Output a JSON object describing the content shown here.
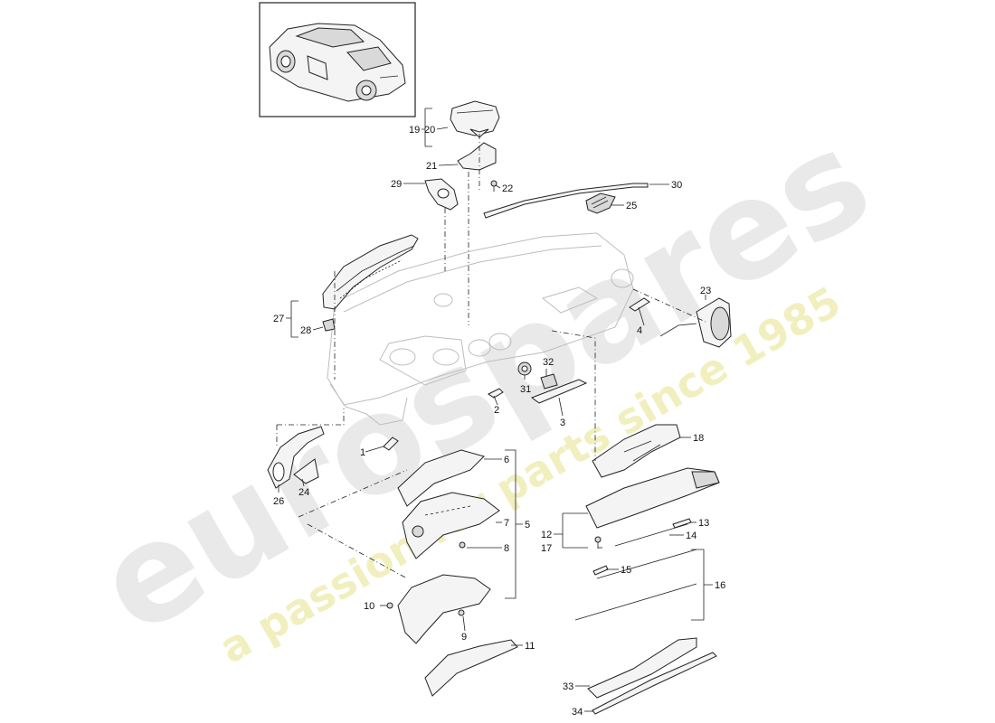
{
  "watermark": {
    "brand": "eurospares",
    "tagline": "a passion for parts since 1985"
  },
  "callouts": {
    "c1": "1",
    "c2": "2",
    "c3": "3",
    "c4": "4",
    "c5": "5",
    "c6": "6",
    "c7": "7",
    "c8": "8",
    "c9": "9",
    "c10": "10",
    "c11": "11",
    "c12": "12",
    "c13": "13",
    "c14": "14",
    "c15": "15",
    "c16": "16",
    "c17": "17",
    "c18": "18",
    "c19": "19",
    "c20": "20",
    "c21": "21",
    "c22": "22",
    "c23": "23",
    "c24": "24",
    "c25": "25",
    "c26": "26",
    "c27": "27",
    "c28": "28",
    "c29": "29",
    "c30": "30",
    "c31": "31",
    "c32": "32",
    "c33": "33",
    "c34": "34"
  },
  "colors": {
    "line": "#222222",
    "watermark_grey": "#c8c8c8",
    "watermark_yellow": "#e7e28a"
  }
}
